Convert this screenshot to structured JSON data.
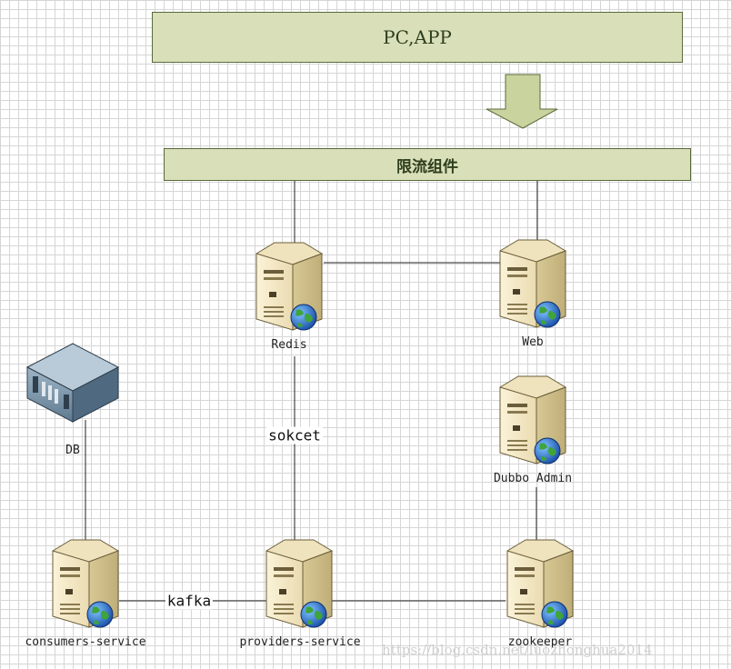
{
  "boxes": {
    "top": "PC,APP",
    "limit": "限流组件"
  },
  "nodes": {
    "redis": "Redis",
    "web": "Web",
    "db": "DB",
    "dubbo_admin": "Dubbo Admin",
    "consumers": "consumers-service",
    "providers": "providers-service",
    "zookeeper": "zookeeper"
  },
  "edges": {
    "kafka": "kafka",
    "socket": "sokcet"
  },
  "watermark": "https://blog.csdn.net/luozhonghua2014",
  "colors": {
    "box_fill": "#d8dfb9",
    "box_border": "#5a6a3a",
    "arrow_fill": "#c9d39e",
    "server_body": "#f3e7c3",
    "db_body": "#7d98ad"
  }
}
